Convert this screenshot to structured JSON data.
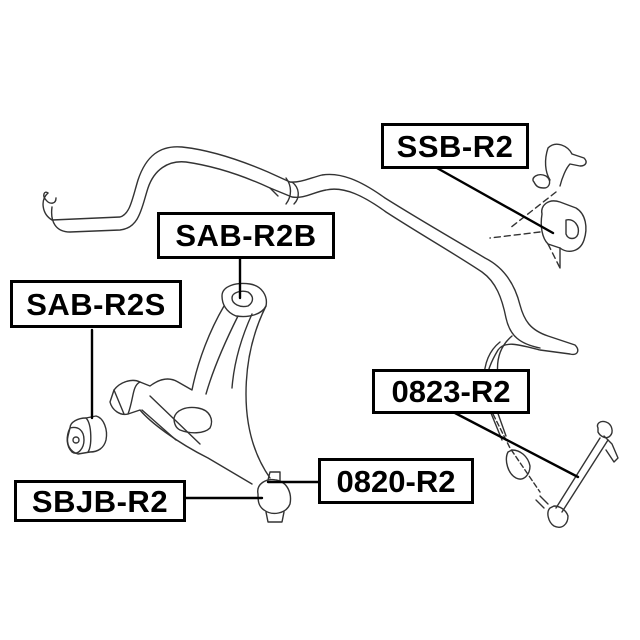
{
  "diagram": {
    "type": "exploded-parts-diagram",
    "subject": "front suspension: stabilizer bar, lower control arm, stabilizer link",
    "colors": {
      "line": "#000000",
      "background": "#ffffff",
      "sketch": "#333333"
    }
  },
  "labels": [
    {
      "id": "ssb",
      "text": "SSB-R2",
      "part": "stabilizer-bushing"
    },
    {
      "id": "sab_b",
      "text": "SAB-R2B",
      "part": "arm-bushing-rear"
    },
    {
      "id": "sab_s",
      "text": "SAB-R2S",
      "part": "arm-bushing-front"
    },
    {
      "id": "link",
      "text": "0823-R2",
      "part": "stabilizer-link"
    },
    {
      "id": "arm",
      "text": "0820-R2",
      "part": "lower-control-arm"
    },
    {
      "id": "joint",
      "text": "SBJB-R2",
      "part": "ball-joint-boot"
    }
  ]
}
